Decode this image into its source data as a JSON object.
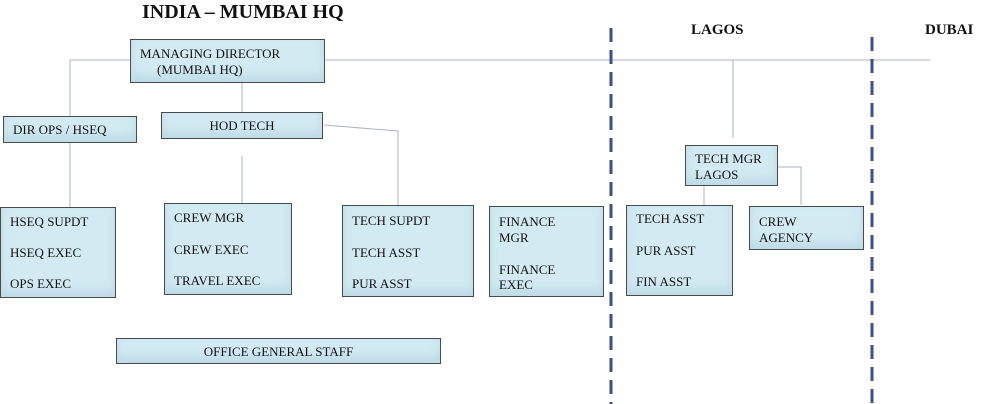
{
  "regions": {
    "india": "INDIA – MUMBAI  HQ",
    "lagos": "LAGOS",
    "dubai": "DUBAI"
  },
  "boxes": {
    "managing_director": [
      "MANAGING DIRECTOR",
      "(MUMBAI HQ)"
    ],
    "dir_ops_hseq": [
      "DIR OPS / HSEQ"
    ],
    "hod_tech": [
      "HOD TECH"
    ],
    "hseq_group": [
      "HSEQ SUPDT",
      "HSEQ EXEC",
      "OPS EXEC"
    ],
    "crew_group": [
      "CREW MGR",
      "CREW EXEC",
      "TRAVEL EXEC"
    ],
    "tech_group": [
      "TECH SUPDT",
      "TECH ASST",
      "PUR ASST"
    ],
    "finance_group": [
      "FINANCE",
      "MGR",
      "FINANCE",
      "EXEC"
    ],
    "office_general_staff": [
      "OFFICE GENERAL STAFF"
    ],
    "tech_mgr_lagos": [
      "TECH MGR",
      "LAGOS"
    ],
    "lagos_staff": [
      "TECH ASST",
      "PUR ASST",
      "FIN ASST"
    ],
    "crew_agency": [
      "CREW",
      "AGENCY"
    ]
  },
  "colors": {
    "box_fill": "#d3eaf2",
    "box_border": "#4a4a4a",
    "connector": "#a9b3c6",
    "divider": "#3b4f8a"
  }
}
